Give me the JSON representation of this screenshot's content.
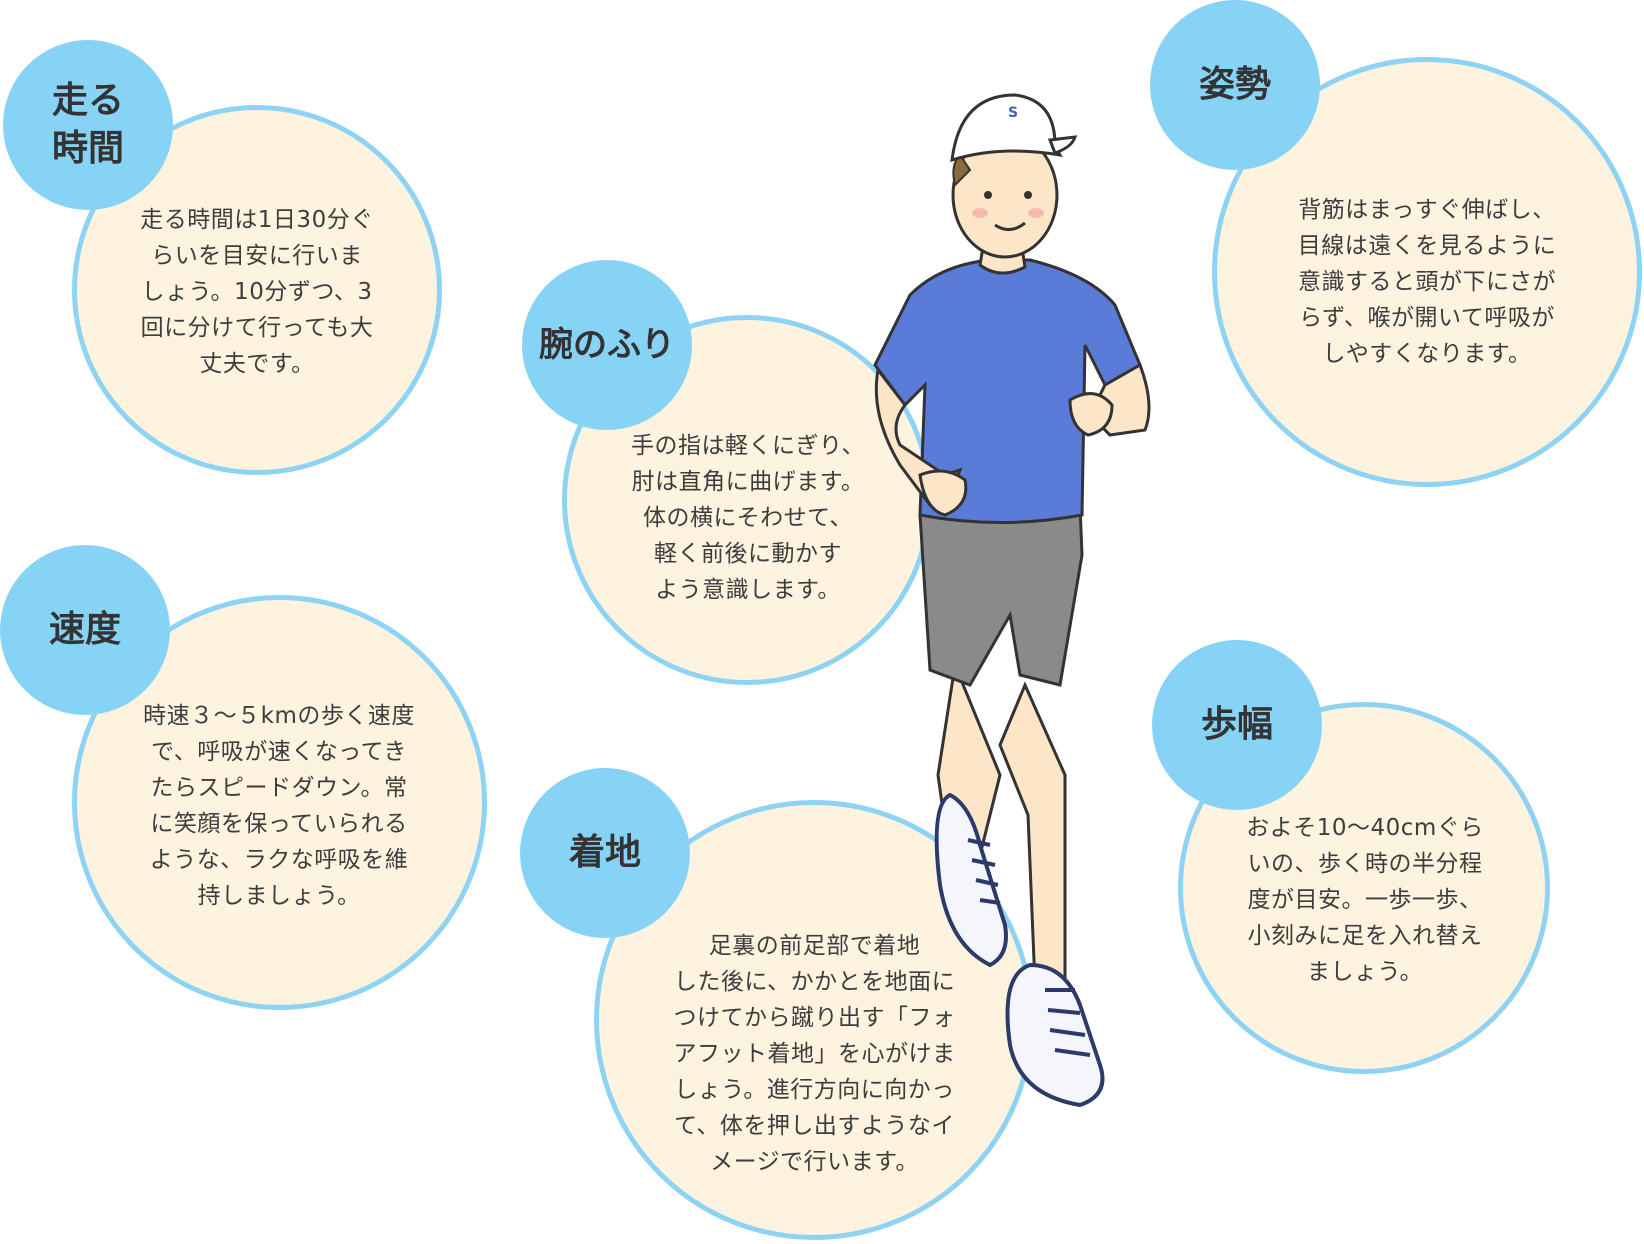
{
  "cards": [
    {
      "id": "running-time",
      "title": "走る\n時間",
      "body": "走る時間は1日30分ぐ\nらいを目安に行いま\nしょう。10分ずつ、3\n回に分けて行っても大\n丈夫です。"
    },
    {
      "id": "speed",
      "title": "速度",
      "body": "時速３～５kmの歩く速度\nで、呼吸が速くなってき\nたらスピードダウン。常\nに笑顔を保っていられる\nような、ラクな呼吸を維\n持しましょう。"
    },
    {
      "id": "arm-swing",
      "title": "腕のふり",
      "body": "手の指は軽くにぎり、\n肘は直角に曲げます。\n体の横にそわせて、\n軽く前後に動かす\nよう意識します。"
    },
    {
      "id": "landing",
      "title": "着地",
      "body": "足裏の前足部で着地\nした後に、かかとを地面に\nつけてから蹴り出す「フォ\nアフット着地」を心がけま\nしょう。進行方向に向かっ\nて、体を押し出すようなイ\nメージで行います。"
    },
    {
      "id": "posture",
      "title": "姿勢",
      "body": "背筋はまっすぐ伸ばし、\n目線は遠くを見るように\n意識すると頭が下にさが\nらず、喉が開いて呼吸が\nしやすくなります。"
    },
    {
      "id": "stride",
      "title": "歩幅",
      "body": "およそ10～40cmぐら\nいの、歩く時の半分程\n度が目安。一歩一歩、\n小刻みに足を入れ替え\nましょう。"
    }
  ],
  "colors": {
    "card_fill": "#fdf3de",
    "card_border": "#8fd3f4",
    "badge_fill": "#86d3f6",
    "shirt": "#5a7bd8",
    "shorts": "#8a8a8a",
    "skin": "#fde6c8"
  },
  "illustration": {
    "icon": "runner-illustration",
    "cap_logo": "S"
  }
}
